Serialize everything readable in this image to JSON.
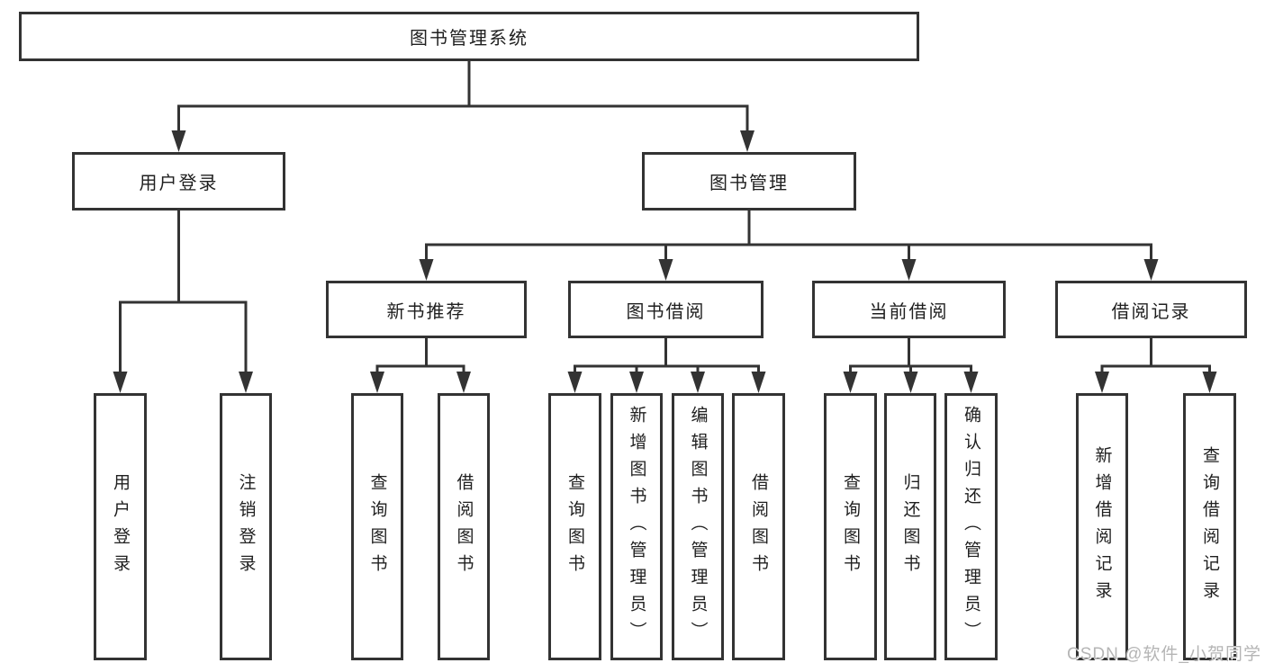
{
  "tree": {
    "label": "图书管理系统",
    "children": [
      {
        "label": "用户登录",
        "children": [
          {
            "label": "用户登录"
          },
          {
            "label": "注销登录"
          }
        ]
      },
      {
        "label": "图书管理",
        "children": [
          {
            "label": "新书推荐",
            "children": [
              {
                "label": "查询图书"
              },
              {
                "label": "借阅图书"
              }
            ]
          },
          {
            "label": "图书借阅",
            "children": [
              {
                "label": "查询图书"
              },
              {
                "label": "新增图书（管理员）"
              },
              {
                "label": "编辑图书（管理员）"
              },
              {
                "label": "借阅图书"
              }
            ]
          },
          {
            "label": "当前借阅",
            "children": [
              {
                "label": "查询图书"
              },
              {
                "label": "归还图书"
              },
              {
                "label": "确认归还（管理员）"
              }
            ]
          },
          {
            "label": "借阅记录",
            "children": [
              {
                "label": "新增借阅记录"
              },
              {
                "label": "查询借阅记录"
              }
            ]
          }
        ]
      }
    ]
  },
  "watermark": {
    "text": "CSDN @软件_小贺同学"
  },
  "colors": {
    "line": "#333333",
    "text": "#1f1f1f",
    "background": "#ffffff",
    "watermark": "#b5b5b5"
  }
}
